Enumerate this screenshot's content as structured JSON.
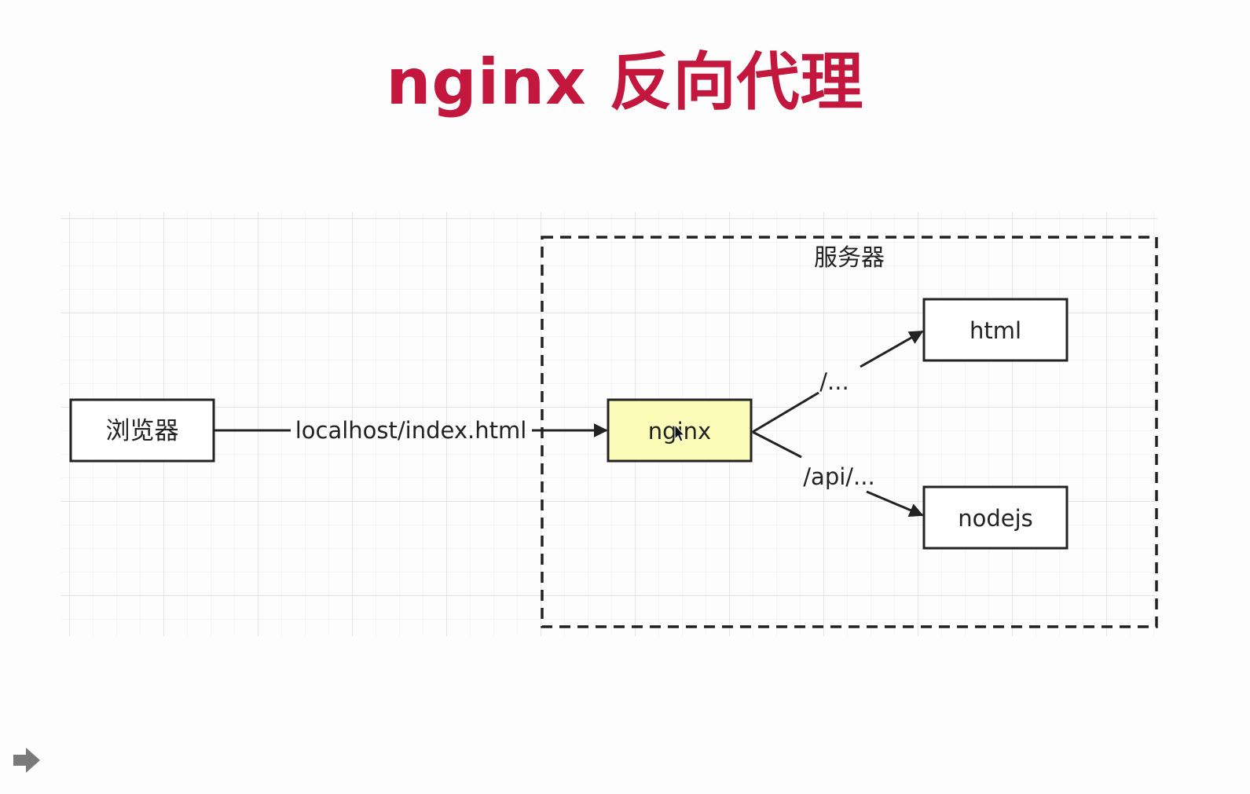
{
  "title": "nginx 反向代理",
  "diagram": {
    "browser_label": "浏览器",
    "request_label": "localhost/index.html",
    "server_group_label": "服务器",
    "proxy_label": "nginx",
    "route_root_label": "/...",
    "route_api_label": "/api/...",
    "html_target_label": "html",
    "nodejs_target_label": "nodejs"
  },
  "colors": {
    "title": "#c4173d",
    "proxy_fill": "#fafcb8",
    "grid": "#e6e6e6"
  },
  "icons": {
    "next_slide": "arrow-right-icon"
  }
}
